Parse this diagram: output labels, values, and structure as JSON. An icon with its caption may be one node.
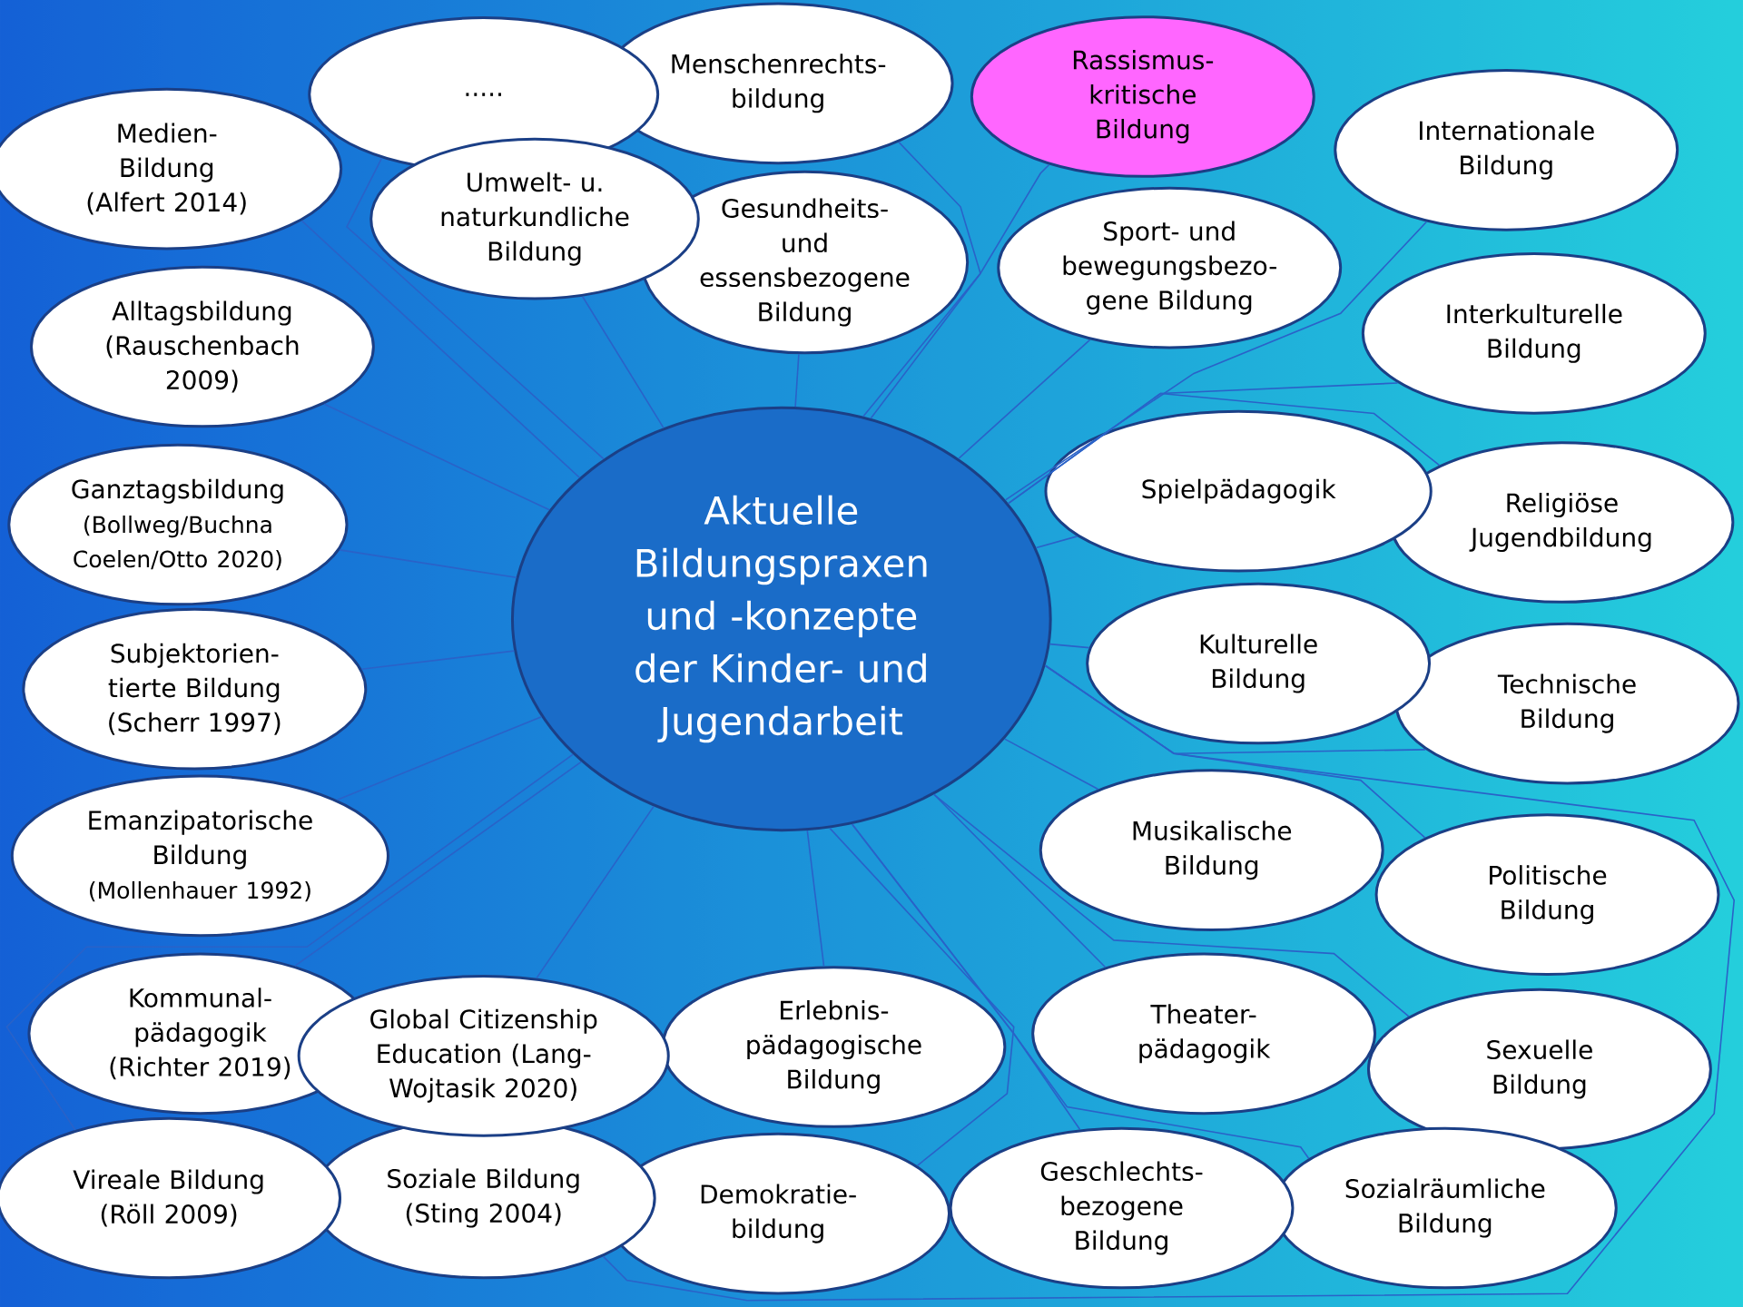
{
  "diagram": {
    "nodes": [
      {
        "text": [
          "Aktuelle Bildungspraxen und -konzepte der Kinder- und Jugendarbeit"
        ]
      },
      {
        "text": [
          "Medien- Bildung (Alfert 2014)"
        ]
      },
      {
        "text": [
          "....."
        ]
      },
      {
        "text": [
          "Menschenrechts- bildung"
        ]
      },
      {
        "text": [
          "Rassismus- kritische Bildung"
        ]
      },
      {
        "text": [
          "Internationale Bildung"
        ]
      },
      {
        "text": [
          "Umwelt- u. naturkundliche Bildung"
        ]
      },
      {
        "text": [
          "Gesundheits- und essensbezogene Bildung"
        ]
      },
      {
        "text": [
          "Sport- und bewegungsbezo- gene Bildung"
        ]
      },
      {
        "text": [
          "Alltagsbildung (Rauschenbach 2009)"
        ]
      },
      {
        "text": [
          "Interkulturelle Bildung"
        ]
      },
      {
        "text": [
          "Spielpädagogik"
        ]
      },
      {
        "text": [
          "Ganztagsbildung",
          "(Bollweg/Buchna Coelen/Otto 2020)"
        ]
      },
      {
        "text": [
          "Religiöse Jugendbildung"
        ]
      },
      {
        "text": [
          "Subjektorien- tierte Bildung (Scherr 1997)"
        ]
      },
      {
        "text": [
          "Kulturelle Bildung"
        ]
      },
      {
        "text": [
          "Technische Bildung"
        ]
      },
      {
        "text": [
          "Emanzipatorische Bildung",
          "(Mollenhauer 1992)"
        ]
      },
      {
        "text": [
          "Musikalische Bildung"
        ]
      },
      {
        "text": [
          "Politische Bildung"
        ]
      },
      {
        "text": [
          "Kommunal- pädagogik (Richter 2019)"
        ]
      },
      {
        "text": [
          "Global Citizenship Education (Lang-Wojtasik 2020)"
        ]
      },
      {
        "text": [
          "Erlebnis- pädagogische Bildung"
        ]
      },
      {
        "text": [
          "Theater- pädagogik"
        ]
      },
      {
        "text": [
          "Sexuelle Bildung"
        ]
      },
      {
        "text": [
          "Vireale Bildung (Röll 2009)"
        ]
      },
      {
        "text": [
          "Soziale Bildung (Sting 2004)"
        ]
      },
      {
        "text": [
          "Demokratie- bildung"
        ]
      },
      {
        "text": [
          "Geschlechts- bezogene Bildung"
        ]
      },
      {
        "text": [
          "Sozialräumliche Bildung"
        ]
      }
    ],
    "edges": [
      {
        "from": 0,
        "to": 1,
        "arrow": "none"
      },
      {
        "from": 0,
        "to": 2,
        "arrow": "none"
      },
      {
        "from": 0,
        "to": 3,
        "arrow": "none"
      },
      {
        "from": 0,
        "to": 4,
        "arrow": "none"
      },
      {
        "from": 0,
        "to": 5,
        "arrow": "none"
      },
      {
        "from": 0,
        "to": 6,
        "arrow": "none"
      },
      {
        "from": 0,
        "to": 7,
        "arrow": "none"
      },
      {
        "from": 0,
        "to": 8,
        "arrow": "none"
      },
      {
        "from": 0,
        "to": 9,
        "arrow": "none"
      },
      {
        "from": 0,
        "to": 10,
        "arrow": "none"
      },
      {
        "from": 0,
        "to": 11,
        "arrow": "none"
      },
      {
        "from": 0,
        "to": 12,
        "arrow": "none"
      },
      {
        "from": 0,
        "to": 13,
        "arrow": "none"
      },
      {
        "from": 0,
        "to": 14,
        "arrow": "none"
      },
      {
        "from": 0,
        "to": 15,
        "arrow": "none"
      },
      {
        "from": 0,
        "to": 16,
        "arrow": "none"
      },
      {
        "from": 0,
        "to": 17,
        "arrow": "none"
      },
      {
        "from": 0,
        "to": 18,
        "arrow": "none"
      },
      {
        "from": 0,
        "to": 19,
        "arrow": "none"
      },
      {
        "from": 0,
        "to": 20,
        "arrow": "none"
      },
      {
        "from": 0,
        "to": 21,
        "arrow": "none"
      },
      {
        "from": 0,
        "to": 22,
        "arrow": "none"
      },
      {
        "from": 0,
        "to": 23,
        "arrow": "none"
      },
      {
        "from": 0,
        "to": 24,
        "arrow": "none"
      },
      {
        "from": 0,
        "to": 25,
        "arrow": "none"
      },
      {
        "from": 0,
        "to": 26,
        "arrow": "none"
      },
      {
        "from": 0,
        "to": 27,
        "arrow": "none"
      },
      {
        "from": 0,
        "to": 28,
        "arrow": "none"
      },
      {
        "from": 0,
        "to": 29,
        "arrow": "none"
      }
    ]
  }
}
